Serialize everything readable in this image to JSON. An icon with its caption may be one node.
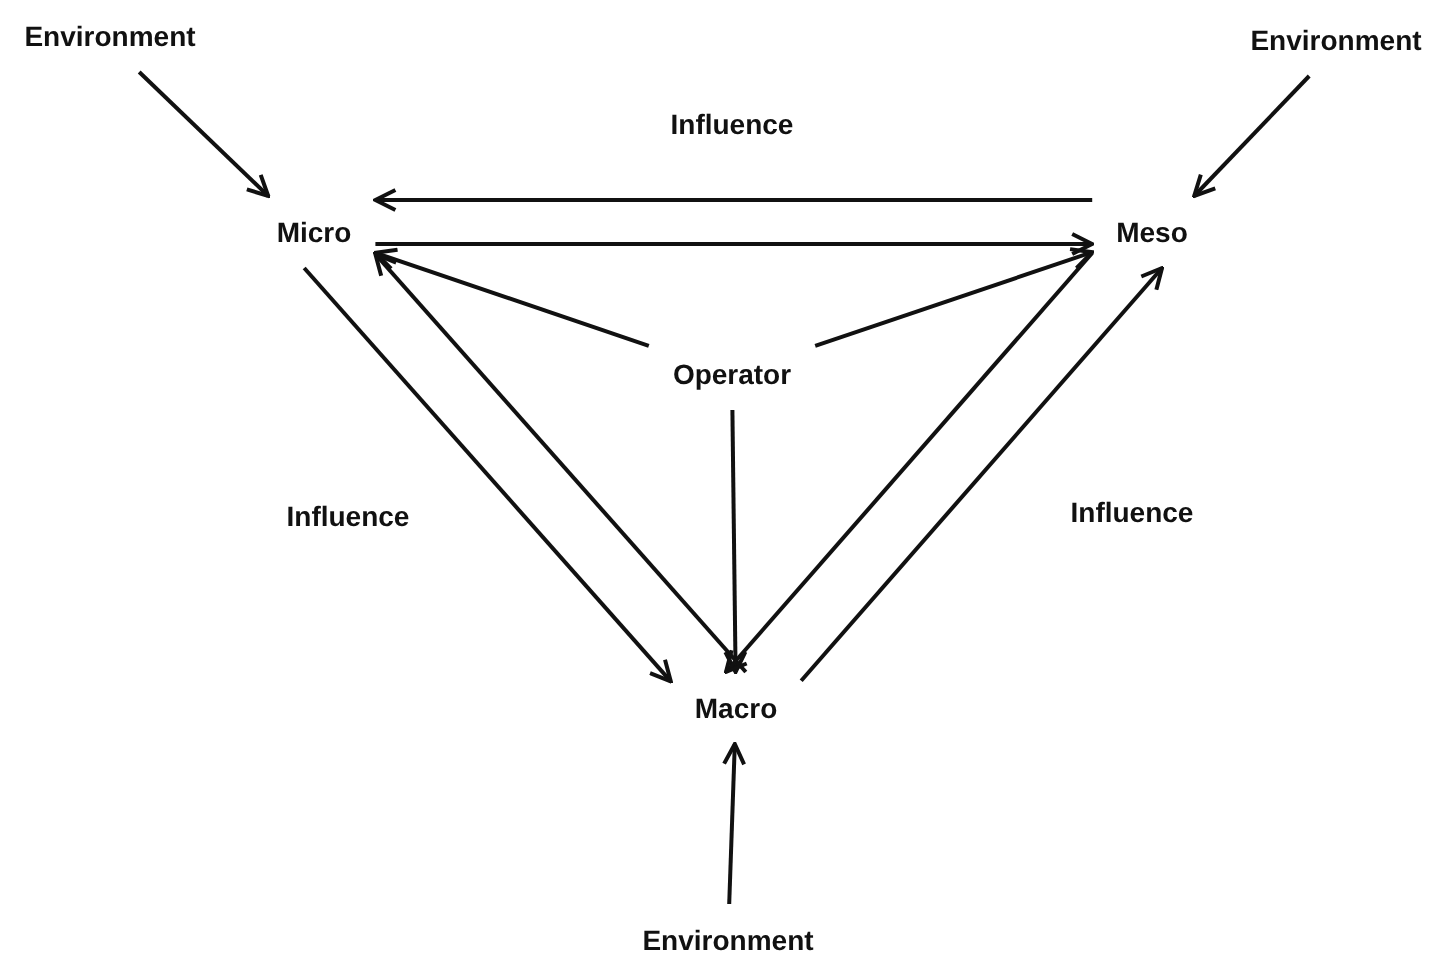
{
  "diagram": {
    "nodes": [
      {
        "text": [
          "Environment"
        ]
      },
      {
        "text": [
          "Environment"
        ]
      },
      {
        "text": [
          "Micro"
        ]
      },
      {
        "text": [
          "Meso"
        ]
      },
      {
        "text": [
          "Operator"
        ]
      },
      {
        "text": [
          "Macro"
        ]
      },
      {
        "text": [
          "Environment"
        ]
      }
    ],
    "edges": [
      {
        "from": 0,
        "to": 2,
        "arrow": "to"
      },
      {
        "from": 1,
        "to": 3,
        "arrow": "to"
      },
      {
        "from": 3,
        "to": 2,
        "arrow": "to"
      },
      {
        "from": 2,
        "to": 3,
        "arrow": "to"
      },
      {
        "from": 4,
        "to": 2,
        "arrow": "to"
      },
      {
        "from": 4,
        "to": 3,
        "arrow": "to"
      },
      {
        "from": 4,
        "to": 5,
        "arrow": "to"
      },
      {
        "from": 2,
        "to": 5,
        "arrow": "to"
      },
      {
        "from": 5,
        "to": 2,
        "arrow": "to"
      },
      {
        "from": 3,
        "to": 5,
        "arrow": "to"
      },
      {
        "from": 5,
        "to": 3,
        "arrow": "to"
      },
      {
        "from": 6,
        "to": 5,
        "arrow": "to"
      }
    ],
    "labels": [
      "Influence",
      "Influence",
      "Influence"
    ]
  }
}
